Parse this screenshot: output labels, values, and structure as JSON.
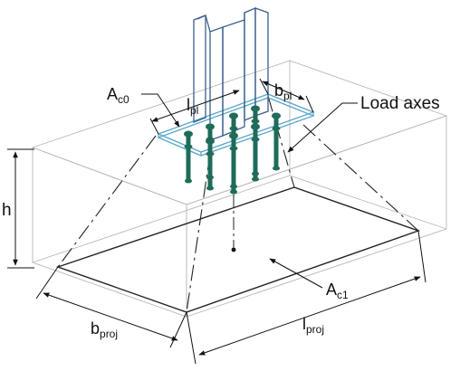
{
  "diagram": {
    "labels": {
      "ac0_main": "A",
      "ac0_sub": "c0",
      "lpl_main": "l",
      "lpl_sub": "pl",
      "bpl_main": "b",
      "bpl_sub": "pl",
      "load_axes": "Load axes",
      "h": "h",
      "ac1_main": "A",
      "ac1_sub": "c1",
      "bproj_main": "b",
      "bproj_sub": "proj",
      "lproj_main": "l",
      "lproj_sub": "proj"
    },
    "colors": {
      "block_edges": "#b8b8b8",
      "construction_lines": "#222222",
      "column": "#3a5f8c",
      "base_plate": "#5aa6c8",
      "anchor_rods": "#1f6b5a",
      "text": "#111111"
    },
    "anchor_rod_count": 8
  }
}
